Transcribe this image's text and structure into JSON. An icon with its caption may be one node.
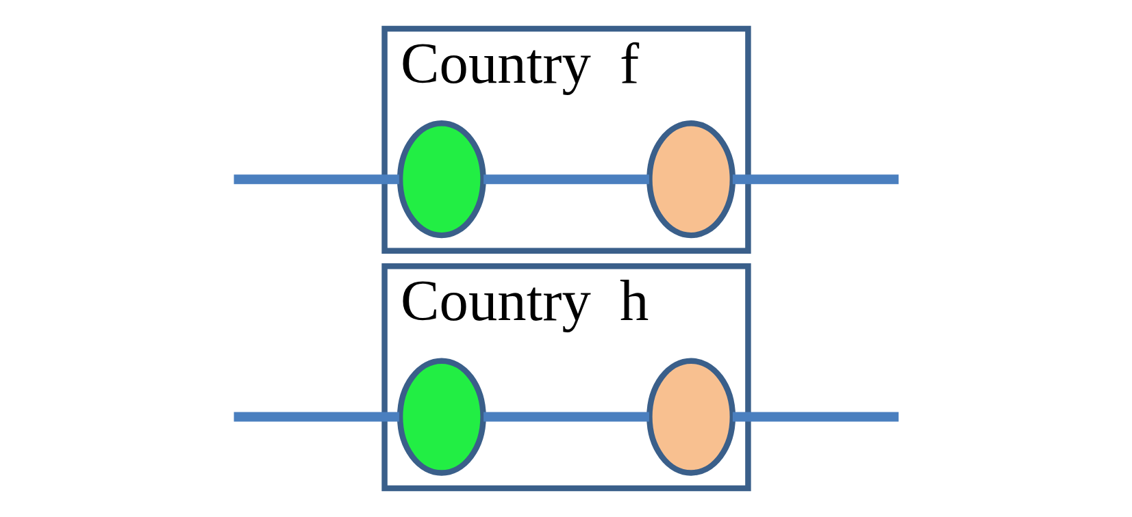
{
  "diagram": {
    "nodes": [
      {
        "text": [
          "Country  h"
        ]
      },
      {
        "text": [],
        "shape": "circle",
        "in": 0
      },
      {
        "text": [],
        "shape": "circle",
        "in": 0
      },
      {
        "text": [
          "Country  f"
        ]
      },
      {
        "text": [],
        "shape": "circle",
        "in": 3
      },
      {
        "text": [],
        "shape": "circle",
        "in": 3
      }
    ],
    "edges": [
      {
        "from": null,
        "to": 1,
        "arrow": "none"
      },
      {
        "from": 1,
        "to": 2,
        "arrow": "none"
      },
      {
        "from": 2,
        "to": null,
        "arrow": "none"
      },
      {
        "from": null,
        "to": 4,
        "arrow": "none"
      },
      {
        "from": 4,
        "to": 5,
        "arrow": "none"
      },
      {
        "from": 5,
        "to": null,
        "arrow": "none"
      }
    ]
  }
}
